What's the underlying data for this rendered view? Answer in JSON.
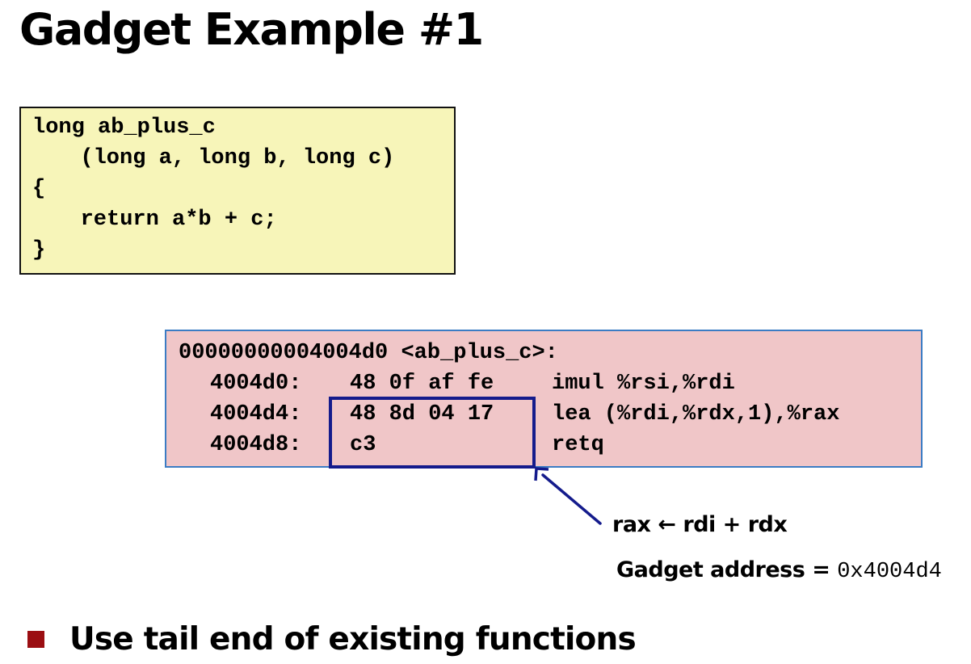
{
  "slide": {
    "title": "Gadget Example #1"
  },
  "c_code": {
    "lines": [
      "long ab_plus_c",
      "  (long a, long b, long c)",
      "{",
      "   return a*b + c;",
      "}"
    ]
  },
  "disassembly": {
    "header": "00000000004004d0 <ab_plus_c>:",
    "rows": [
      {
        "address": "4004d0:",
        "bytes": "48 0f af fe",
        "instruction": "imul %rsi,%rdi"
      },
      {
        "address": "4004d4:",
        "bytes": "48 8d 04 17",
        "instruction": "lea (%rdi,%rdx,1),%rax"
      },
      {
        "address": "4004d8:",
        "bytes": "c3",
        "instruction": "retq"
      }
    ]
  },
  "annotation": {
    "semantics": "rax ← rdi + rdx",
    "gadget_label": "Gadget address = ",
    "gadget_address": "0x4004d4"
  },
  "bullets": [
    "Use tail end of existing functions"
  ],
  "colors": {
    "code_box_bg": "#f7f5b9",
    "asm_box_bg": "#f0c6c8",
    "asm_box_border": "#3b7cc4",
    "highlight": "#141b8c",
    "bullet": "#9b0e12"
  }
}
